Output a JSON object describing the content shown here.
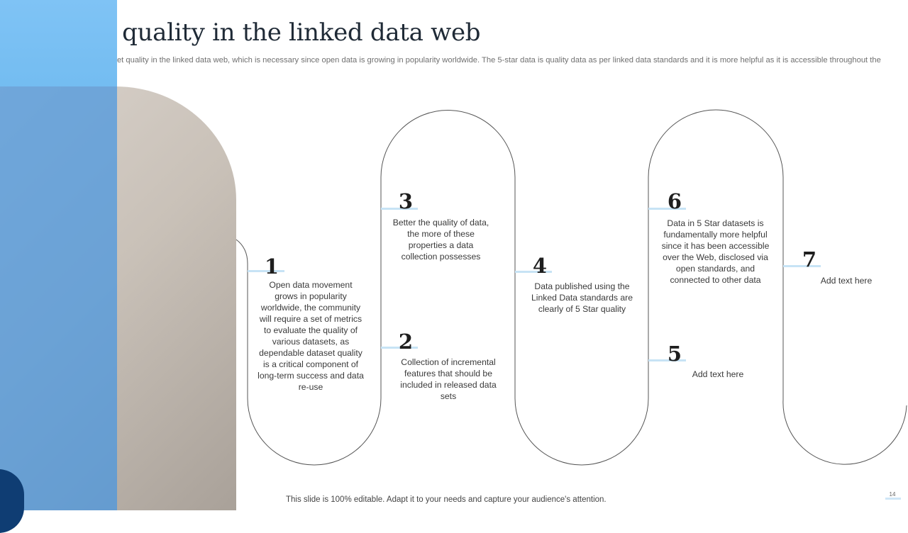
{
  "slide": {
    "title": "Dataset quality in the linked data web",
    "subtitle": "This slide depicts the dataset quality in the linked data web, which is necessary since open data is growing in popularity worldwide. The 5-star data is quality data as per linked data standards and it is more helpful as it is accessible throughout the web.",
    "footer": "This slide is 100% editable. Adapt it to your needs and capture your audience's attention.",
    "page_number": "14"
  },
  "colors": {
    "accent_light": "#c7e3f5",
    "panel_blue": "#5aaee8",
    "dark_blue": "#0f3d73",
    "line": "#555555"
  },
  "steps": [
    {
      "number": "1",
      "text": "Open data movement grows in popularity worldwide, the community will require a set of metrics to evaluate the quality of various datasets, as dependable dataset quality is a critical component of long-term success and data re-use"
    },
    {
      "number": "2",
      "text": "Collection of incremental features that should be included in released data sets"
    },
    {
      "number": "3",
      "text": "Better the quality of data, the more of these properties a data collection possesses"
    },
    {
      "number": "4",
      "text": "Data published using the Linked Data standards are clearly of 5 Star quality"
    },
    {
      "number": "5",
      "text": "Add text here"
    },
    {
      "number": "6",
      "text": "Data in 5 Star datasets is fundamentally more helpful since it has been accessible over the Web, disclosed via open standards, and connected to other data"
    },
    {
      "number": "7",
      "text": "Add text here"
    }
  ]
}
